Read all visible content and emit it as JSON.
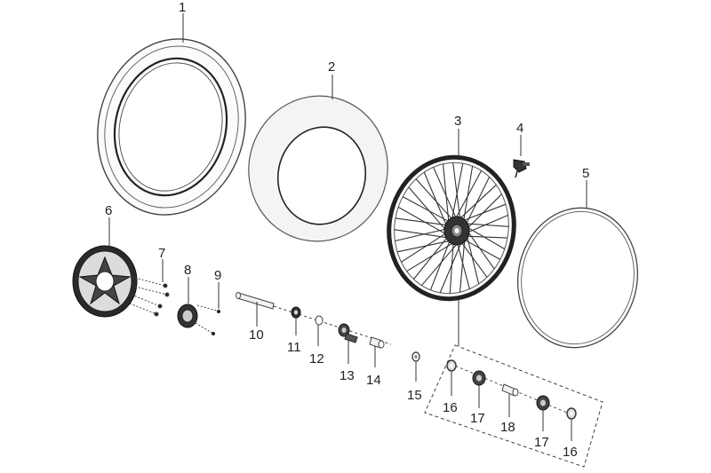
{
  "diagram": {
    "type": "exploded-parts-diagram",
    "callouts": {
      "tire": "1",
      "inner_tube": "2",
      "rim_wheel": "3",
      "valve": "4",
      "rim_band": "5",
      "brake_disc": "6",
      "disc_bolt": "7",
      "speedometer_drive": "8",
      "screw": "9",
      "axle": "10",
      "nut": "11",
      "washer": "12",
      "spacer_13": "13",
      "collar_14": "14",
      "collar_15": "15",
      "seal_left": "16",
      "bearing_left": "17",
      "distance_collar": "18",
      "bearing_right": "17",
      "seal_right": "16"
    },
    "colors": {
      "outline": "#444444",
      "dark_part": "#2a2a2a",
      "light_part": "#f4f4f4"
    }
  }
}
